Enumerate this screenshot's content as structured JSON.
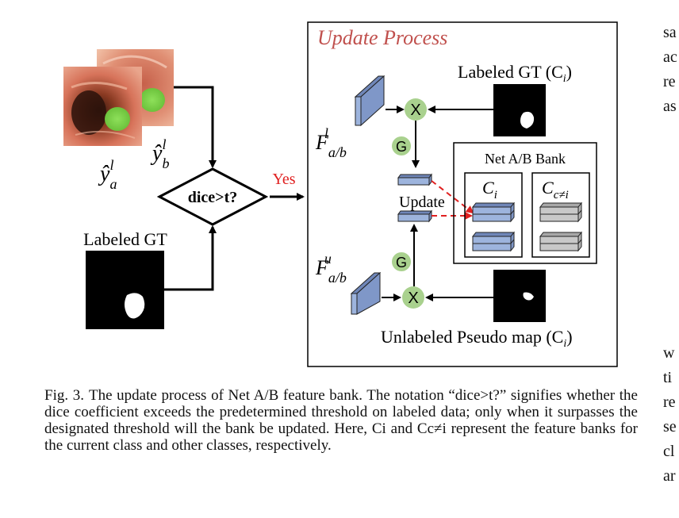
{
  "figure": {
    "update_process_title": "Update Process",
    "labeled_gt_ci": "Labeled GT (C",
    "labeled_gt_ci_sub": "i",
    "labeled_gt_ci_close": ")",
    "y_hat_a": "ŷ",
    "y_hat_a_sup": "l",
    "y_hat_a_sub": "a",
    "y_hat_b": "ŷ",
    "y_hat_b_sup": "l",
    "y_hat_b_sub": "b",
    "decision": "dice>t?",
    "yes": "Yes",
    "labeled_gt": "Labeled GT",
    "f_l": "F",
    "f_l_sup": "l",
    "f_l_sub": "a/b",
    "f_u": "F",
    "f_u_sup": "u",
    "f_u_sub": "a/b",
    "multiply": "X",
    "g_label": "G",
    "bank_title": "Net A/B Bank",
    "ci": "C",
    "ci_sub": "i",
    "c_other": "C",
    "c_other_sub": "c≠i",
    "update": "Update",
    "unlabeled_pseudo": "Unlabeled Pseudo map (C",
    "unlabeled_pseudo_sub": "i",
    "unlabeled_pseudo_close": ")",
    "colors": {
      "title_red": "#c0504d",
      "yes_red": "#e02020",
      "green_node": "#a9d18e",
      "feature_blue": "#9db4dd",
      "bank_gray": "#c8c8c8",
      "dash_red": "#e02020"
    }
  },
  "caption": {
    "label": "Fig. 3.",
    "text": "The update process of Net A/B feature bank. The notation “dice>t?” signifies whether the dice coefficient exceeds the predetermined threshold on labeled data; only when it surpasses the designated threshold will the bank be updated. Here, Ci and Cc≠i represent the feature banks for the current class and other classes, respectively."
  },
  "right_column_top": [
    "sa",
    "ac",
    "re",
    "as"
  ],
  "right_column_bottom": [
    "w",
    "ti",
    "re",
    "se",
    "cl",
    "ar"
  ]
}
